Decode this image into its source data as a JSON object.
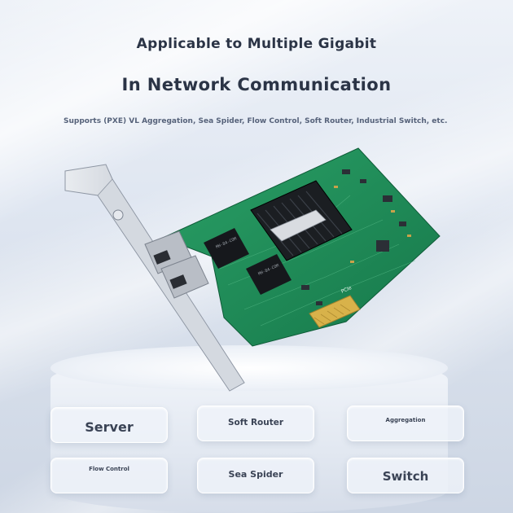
{
  "headline": {
    "line1": "Applicable to Multiple Gigabit",
    "line2": "In Network Communication",
    "subtitle": "Supports (PXE) VL Aggregation, Sea Spider, Flow Control, Soft Router, Industrial Switch, etc."
  },
  "product": {
    "image": "dual-port-gigabit-pcie-network-card",
    "chip_labels": [
      "MH-84-COM",
      "MH-84-COM"
    ],
    "interface_label": "PCIe"
  },
  "applications": [
    {
      "label": "Server"
    },
    {
      "label": "Soft Router"
    },
    {
      "label": "Aggregation"
    },
    {
      "label": "Flow Control"
    },
    {
      "label": "Sea Spider"
    },
    {
      "label": "Switch"
    }
  ],
  "colors": {
    "background": "#dfe6f1",
    "heading": "#2b3446",
    "pcb_green": "#1f8a55",
    "heatsink": "#1b1e22",
    "bracket": "#c9ced6"
  }
}
